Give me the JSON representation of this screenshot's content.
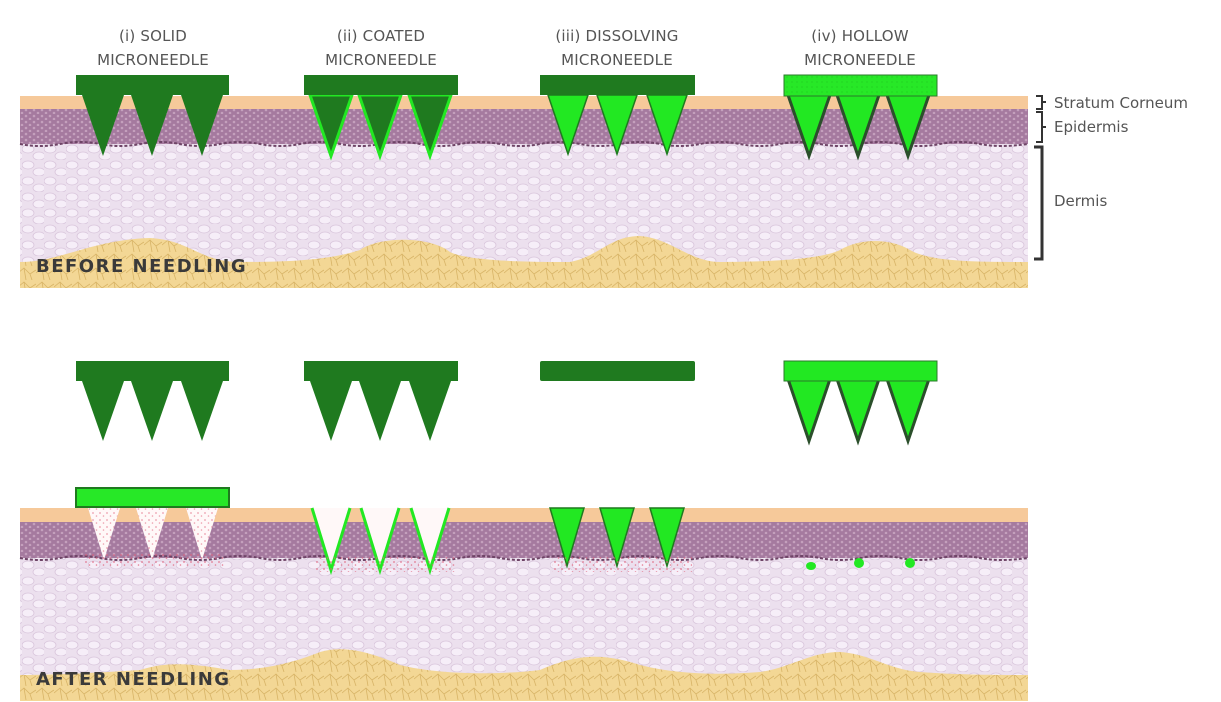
{
  "needle_types": [
    {
      "line1": "(i) SOLID",
      "line2": "MICRONEEDLE"
    },
    {
      "line1": "(ii) COATED",
      "line2": "MICRONEEDLE"
    },
    {
      "line1": "(iii) DISSOLVING",
      "line2": "MICRONEEDLE"
    },
    {
      "line1": "(iv) HOLLOW",
      "line2": "MICRONEEDLE"
    }
  ],
  "skin_layers": {
    "stratum_corneum": "Stratum Corneum",
    "epidermis": "Epidermis",
    "dermis": "Dermis"
  },
  "phases": {
    "before": "BEFORE NEEDLING",
    "after": "AFTER NEEDLING"
  },
  "colors": {
    "dark_green": "#1f7a1f",
    "bright_green": "#22e822",
    "stratum_corneum": "#f6c99a",
    "epidermis": "#a8769c",
    "dermis": "#eadcec",
    "fat": "#f1d48e",
    "drug_dots": "#e0607a"
  }
}
